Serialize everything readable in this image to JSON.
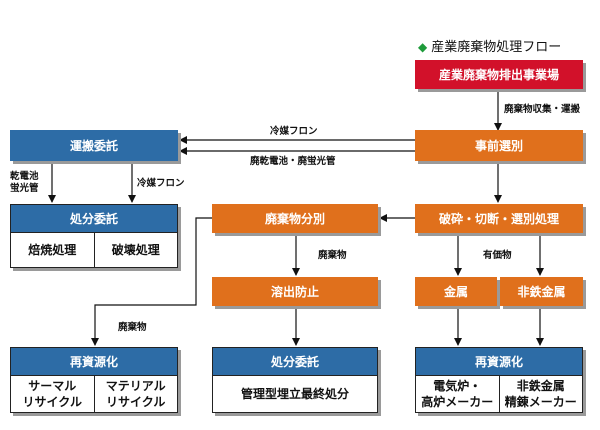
{
  "legend": {
    "title": "産業廃棄物処理フロー",
    "color": "#1e9b3a"
  },
  "nodes": {
    "source": "産業廃棄物排出事業場",
    "preselect": "事前選別",
    "transport": "運搬委託",
    "disposal_left": {
      "title": "処分委託",
      "items": [
        "焙焼処理",
        "破壊処理"
      ]
    },
    "waste_sort": "廃棄物分別",
    "crush_sort": "破砕・切断・選別処理",
    "leach_prevent": "溶出防止",
    "metal": "金属",
    "nonferrous": "非鉄金属",
    "recycle_left": {
      "title": "再資源化",
      "items": [
        "サーマル\nリサイクル",
        "マテリアル\nリサイクル"
      ]
    },
    "disposal_mid": {
      "title": "処分委託",
      "items": [
        "管理型埋立最終処分"
      ]
    },
    "recycle_right": {
      "title": "再資源化",
      "items": [
        "電気炉・\n高炉メーカー",
        "非鉄金属\n精錬メーカー"
      ]
    }
  },
  "edge_labels": {
    "collect_transport": "廃棄物収集・運搬",
    "refrigerant_top": "冷媒フロン",
    "batteries_lamps": "廃乾電池・廃蛍光管",
    "dry_cells": "乾電池\n蛍光管",
    "refrigerant_left": "冷媒フロン",
    "waste_mid": "廃棄物",
    "valuables": "有価物",
    "waste_left": "廃棄物"
  },
  "colors": {
    "red": "#d2112a",
    "orange": "#e0701c",
    "blue": "#2d6ca6"
  }
}
